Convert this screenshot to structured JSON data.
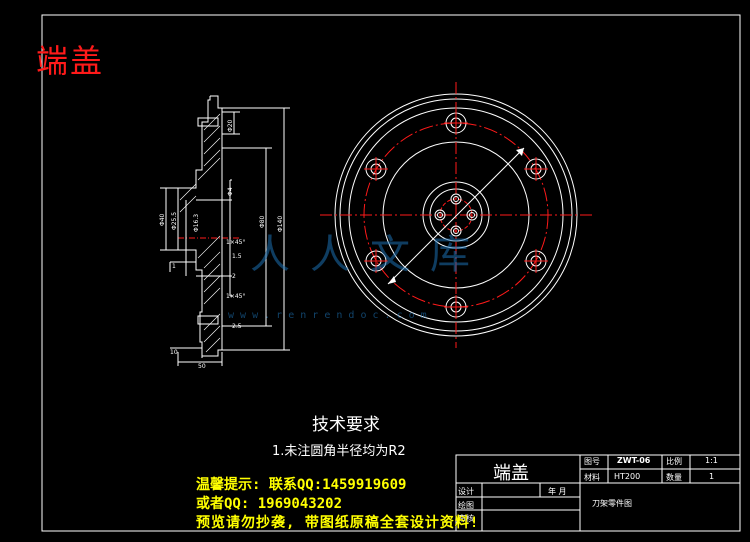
{
  "drawing": {
    "part_title": "端盖",
    "tech_requirements_title": "技术要求",
    "tech_requirement_1": "1.未注圆角半径均为R2",
    "accent_red": "#ff1a1a",
    "line_white": "#ffffff",
    "promo_yellow": "#ffff00"
  },
  "dimensions": {
    "d20": "Φ20",
    "d4": "Φ4",
    "d80": "Φ80",
    "d140": "Φ140",
    "d40": "Φ40",
    "d255": "Φ25.5",
    "d163": "Φ16.3",
    "chamfer1": "1×45°",
    "chamfer2": "1×45°",
    "r15": "1.5",
    "d2": "2",
    "r25": "2.5",
    "left1": "1",
    "left10": "10",
    "bottom50": "50"
  },
  "watermark": {
    "text": "人人文库",
    "url": "w w w . r e n r e n d o c . c o m"
  },
  "promo": {
    "line1": "温馨提示: 联系QQ:1459919609",
    "line2": "或者QQ: 1969043202",
    "line3": "预览请勿抄袭, 带图纸原稿全套设计资料!"
  },
  "title_block": {
    "part_name": "端盖",
    "drawing_no_label": "图号",
    "drawing_no": "ZWT-06",
    "scale_label": "比例",
    "scale": "1:1",
    "material_label": "材料",
    "material": "HT200",
    "quantity_label": "数量",
    "quantity": "1",
    "design_label": "设计",
    "date_label": "年 月",
    "drawn_label": "绘图",
    "review_label": "审核",
    "company": "刀架零件图"
  }
}
